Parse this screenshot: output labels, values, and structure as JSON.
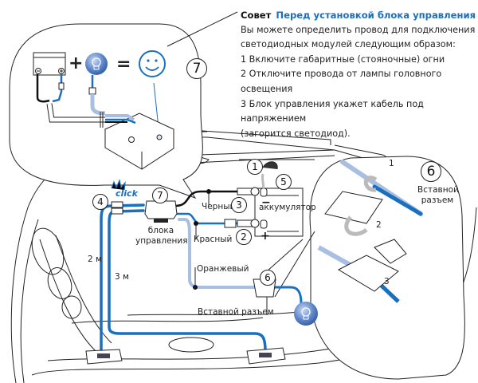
{
  "tip": {
    "label": "Совет",
    "title": "Перед установкой блока управления",
    "lines": [
      "Вы можете определить провод для подключения",
      "светодиодных модулей следующим образом:",
      "1 Включите габаритные (стояночные) огни",
      "2 Отключите провода от лампы головного",
      "освещения",
      "3 Блок управления укажет кабель под напряжением",
      "(загорится светодиод)."
    ]
  },
  "inset_top": {
    "step": "7",
    "operators": {
      "plus": "+",
      "equals": "="
    },
    "icons": [
      "battery-icon",
      "bulb-icon",
      "smiley-icon"
    ]
  },
  "inset_right": {
    "step": "6",
    "label": "Вставной разъем",
    "label_lines": [
      "Вставной",
      "разъем"
    ],
    "substeps": [
      "1",
      "2",
      "3"
    ]
  },
  "main": {
    "control_unit": {
      "step": "7",
      "label_lines": [
        "блока",
        "управления"
      ]
    },
    "click_step": "4",
    "click_text": "click",
    "battery": {
      "label": "аккумулятор",
      "steps": [
        "1",
        "5"
      ]
    },
    "wires": [
      {
        "step": "3",
        "label": "Черный",
        "color": "#111111"
      },
      {
        "step": "2",
        "label": "Красный",
        "color": "#1a6fbf"
      },
      {
        "label": "Оранжевый",
        "color": "#a9bfe2"
      }
    ],
    "connector": {
      "step": "6",
      "label": "Вставной разъем"
    },
    "cable_lengths": [
      "2 м",
      "3 м"
    ]
  },
  "colors": {
    "accent_blue": "#1a6fbf",
    "light_blue": "#a9bfe2",
    "line": "#222222"
  }
}
